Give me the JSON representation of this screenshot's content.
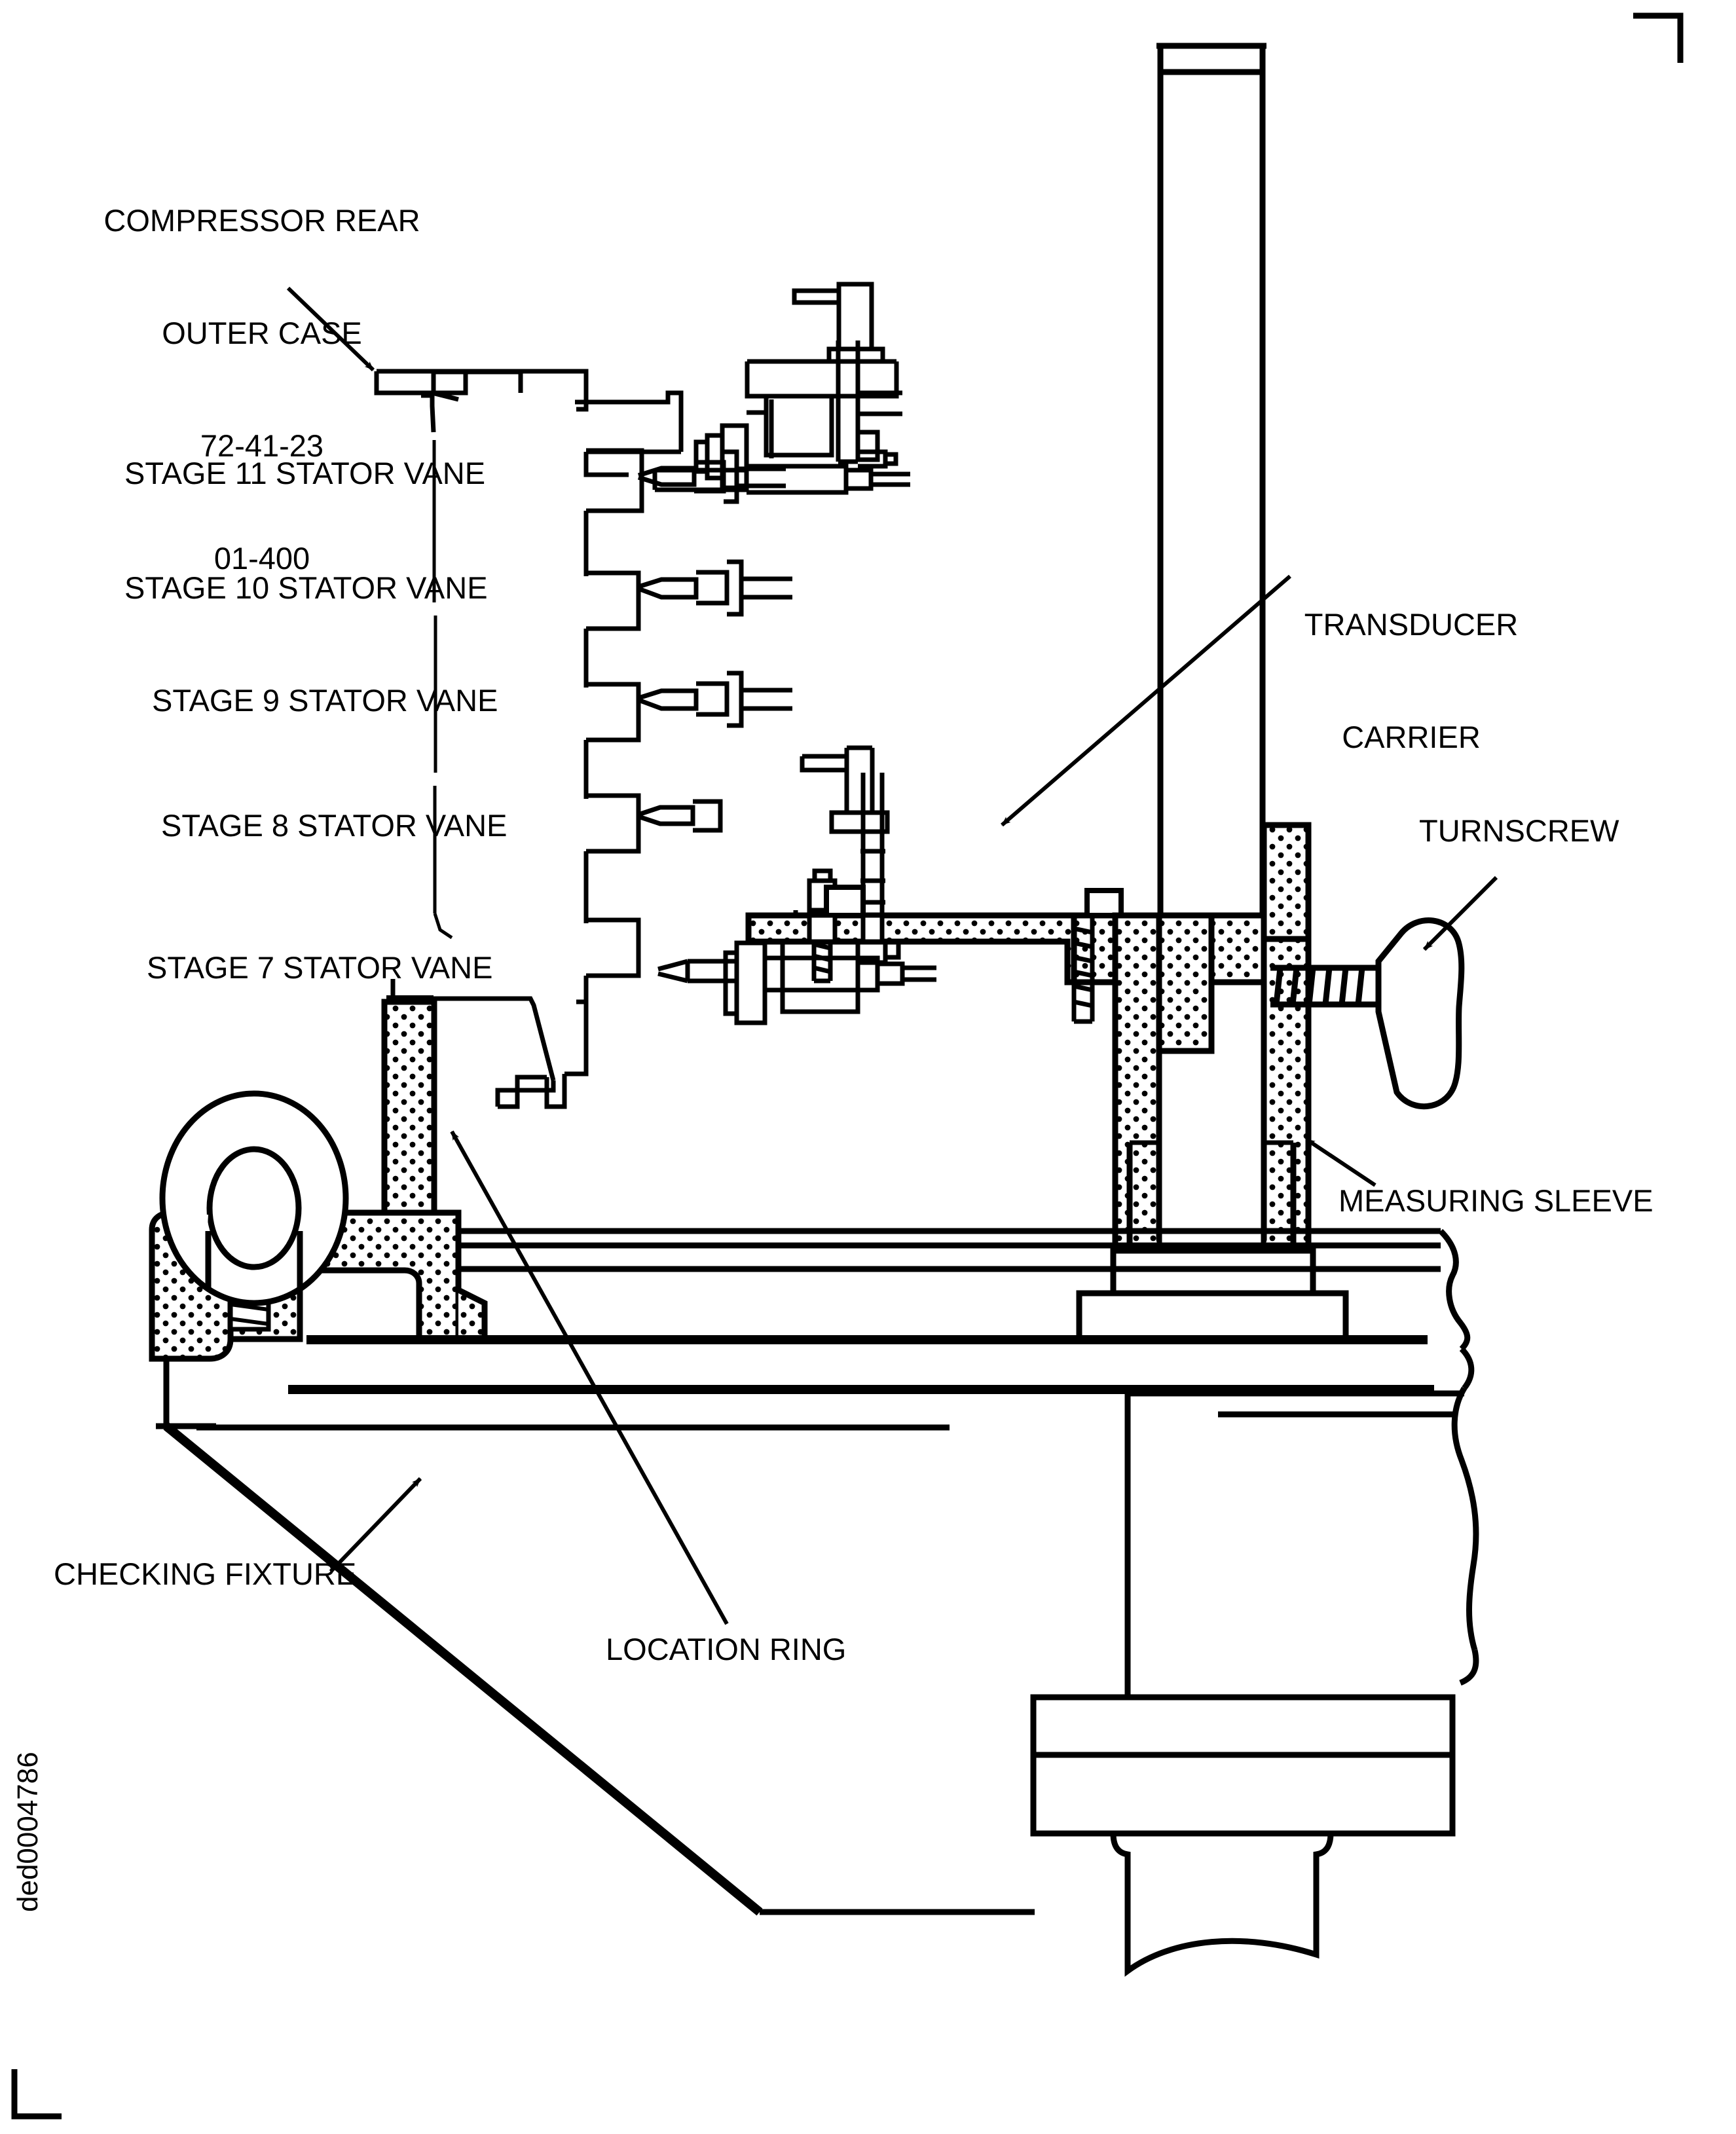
{
  "figure": {
    "kind": "engineering-sectional-assembly-drawing",
    "illustration_id": "ded0004786",
    "background_color": "#ffffff",
    "line_color": "#000000",
    "callouts": {
      "compressor_rear_outer_case": {
        "line1": "COMPRESSOR REAR",
        "line2": "OUTER CASE",
        "line3": "72-41-23",
        "line4": "01-400"
      },
      "stage_11": "STAGE 11 STATOR VANE",
      "stage_10": "STAGE 10 STATOR VANE",
      "stage_9": "STAGE 9 STATOR VANE",
      "stage_8": "STAGE 8 STATOR VANE",
      "stage_7": "STAGE 7 STATOR VANE",
      "transducer_carrier_line1": "TRANSDUCER",
      "transducer_carrier_line2": "CARRIER",
      "turnscrew": "TURNSCREW",
      "measuring_sleeve": "MEASURING SLEEVE",
      "checking_fixture": "CHECKING FIXTURE",
      "location_ring": "LOCATION RING"
    }
  }
}
